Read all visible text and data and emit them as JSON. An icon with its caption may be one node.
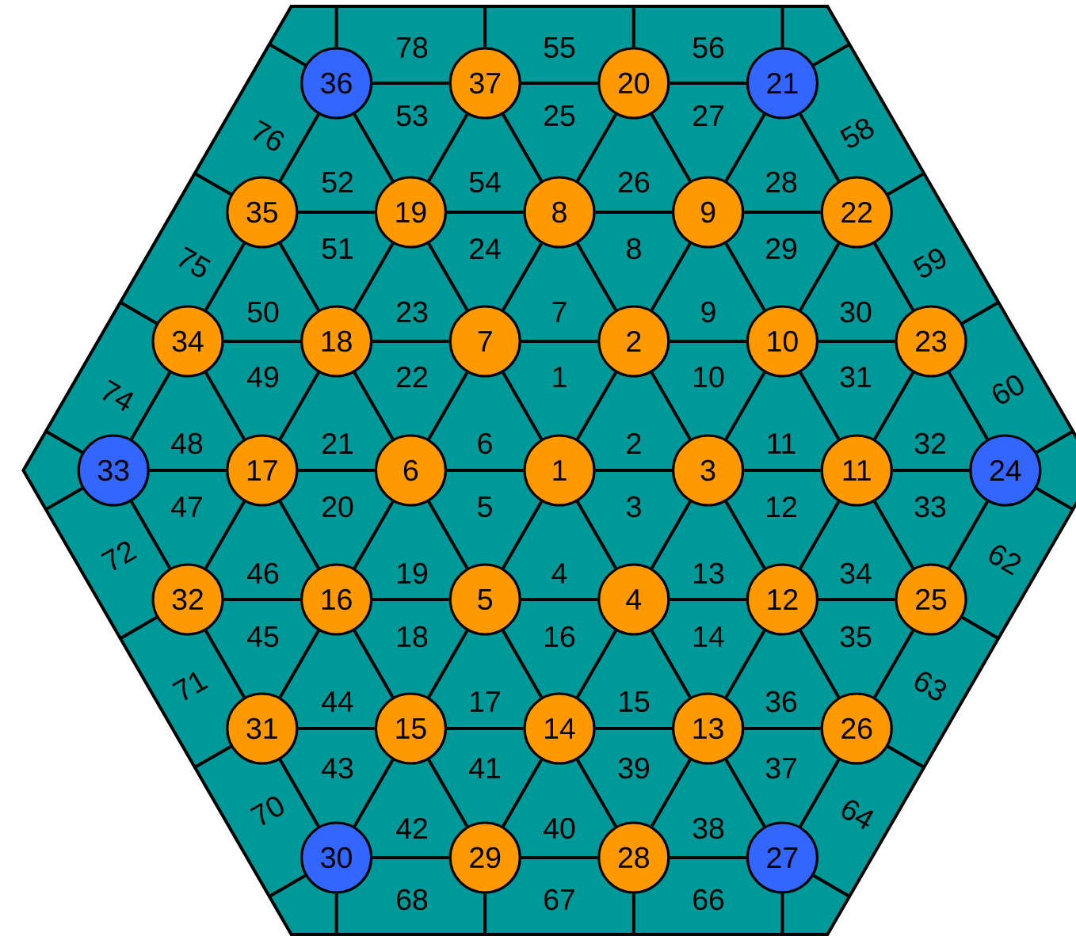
{
  "diagram": {
    "nodes": [
      {
        "text": [
          "36"
        ]
      },
      {
        "text": [
          "37"
        ]
      },
      {
        "text": [
          "20"
        ]
      },
      {
        "text": [
          "21"
        ]
      },
      {
        "text": [
          "35"
        ]
      },
      {
        "text": [
          "19"
        ]
      },
      {
        "text": [
          "8"
        ]
      },
      {
        "text": [
          "9"
        ]
      },
      {
        "text": [
          "22"
        ]
      },
      {
        "text": [
          "34"
        ]
      },
      {
        "text": [
          "18"
        ]
      },
      {
        "text": [
          "7"
        ]
      },
      {
        "text": [
          "2"
        ]
      },
      {
        "text": [
          "10"
        ]
      },
      {
        "text": [
          "23"
        ]
      },
      {
        "text": [
          "33"
        ]
      },
      {
        "text": [
          "17"
        ]
      },
      {
        "text": [
          "6"
        ]
      },
      {
        "text": [
          "1"
        ]
      },
      {
        "text": [
          "3"
        ]
      },
      {
        "text": [
          "11"
        ]
      },
      {
        "text": [
          "24"
        ]
      },
      {
        "text": [
          "32"
        ]
      },
      {
        "text": [
          "16"
        ]
      },
      {
        "text": [
          "5"
        ]
      },
      {
        "text": [
          "4"
        ]
      },
      {
        "text": [
          "12"
        ]
      },
      {
        "text": [
          "25"
        ]
      },
      {
        "text": [
          "31"
        ]
      },
      {
        "text": [
          "15"
        ]
      },
      {
        "text": [
          "14"
        ]
      },
      {
        "text": [
          "13"
        ]
      },
      {
        "text": [
          "26"
        ]
      },
      {
        "text": [
          "30"
        ]
      },
      {
        "text": [
          "29"
        ]
      },
      {
        "text": [
          "28"
        ]
      },
      {
        "text": [
          "27"
        ]
      }
    ],
    "edges": [
      {
        "from": 0,
        "to": 1,
        "arrow": "none"
      },
      {
        "from": 1,
        "to": 2,
        "arrow": "none"
      },
      {
        "from": 2,
        "to": 3,
        "arrow": "none"
      },
      {
        "from": 0,
        "to": 4,
        "arrow": "none"
      },
      {
        "from": 0,
        "to": 5,
        "arrow": "none"
      },
      {
        "from": 1,
        "to": 5,
        "arrow": "none"
      },
      {
        "from": 1,
        "to": 6,
        "arrow": "none"
      },
      {
        "from": 2,
        "to": 6,
        "arrow": "none"
      },
      {
        "from": 2,
        "to": 7,
        "arrow": "none"
      },
      {
        "from": 3,
        "to": 7,
        "arrow": "none"
      },
      {
        "from": 3,
        "to": 8,
        "arrow": "none"
      },
      {
        "from": 4,
        "to": 5,
        "arrow": "none"
      },
      {
        "from": 5,
        "to": 6,
        "arrow": "none"
      },
      {
        "from": 6,
        "to": 7,
        "arrow": "none"
      },
      {
        "from": 7,
        "to": 8,
        "arrow": "none"
      },
      {
        "from": 4,
        "to": 9,
        "arrow": "none"
      },
      {
        "from": 4,
        "to": 10,
        "arrow": "none"
      },
      {
        "from": 5,
        "to": 10,
        "arrow": "none"
      },
      {
        "from": 5,
        "to": 11,
        "arrow": "none"
      },
      {
        "from": 6,
        "to": 11,
        "arrow": "none"
      },
      {
        "from": 6,
        "to": 12,
        "arrow": "none"
      },
      {
        "from": 7,
        "to": 12,
        "arrow": "none"
      },
      {
        "from": 7,
        "to": 13,
        "arrow": "none"
      },
      {
        "from": 8,
        "to": 13,
        "arrow": "none"
      },
      {
        "from": 8,
        "to": 14,
        "arrow": "none"
      },
      {
        "from": 9,
        "to": 10,
        "arrow": "none"
      },
      {
        "from": 10,
        "to": 11,
        "arrow": "none"
      },
      {
        "from": 11,
        "to": 12,
        "arrow": "none"
      },
      {
        "from": 12,
        "to": 13,
        "arrow": "none"
      },
      {
        "from": 13,
        "to": 14,
        "arrow": "none"
      },
      {
        "from": 9,
        "to": 15,
        "arrow": "none"
      },
      {
        "from": 9,
        "to": 16,
        "arrow": "none"
      },
      {
        "from": 10,
        "to": 16,
        "arrow": "none"
      },
      {
        "from": 10,
        "to": 17,
        "arrow": "none"
      },
      {
        "from": 11,
        "to": 17,
        "arrow": "none"
      },
      {
        "from": 11,
        "to": 18,
        "arrow": "none"
      },
      {
        "from": 12,
        "to": 18,
        "arrow": "none"
      },
      {
        "from": 12,
        "to": 19,
        "arrow": "none"
      },
      {
        "from": 13,
        "to": 19,
        "arrow": "none"
      },
      {
        "from": 13,
        "to": 20,
        "arrow": "none"
      },
      {
        "from": 14,
        "to": 20,
        "arrow": "none"
      },
      {
        "from": 14,
        "to": 21,
        "arrow": "none"
      },
      {
        "from": 15,
        "to": 16,
        "arrow": "none"
      },
      {
        "from": 16,
        "to": 17,
        "arrow": "none"
      },
      {
        "from": 17,
        "to": 18,
        "arrow": "none"
      },
      {
        "from": 18,
        "to": 19,
        "arrow": "none"
      },
      {
        "from": 19,
        "to": 20,
        "arrow": "none"
      },
      {
        "from": 20,
        "to": 21,
        "arrow": "none"
      },
      {
        "from": 15,
        "to": 22,
        "arrow": "none"
      },
      {
        "from": 16,
        "to": 22,
        "arrow": "none"
      },
      {
        "from": 16,
        "to": 23,
        "arrow": "none"
      },
      {
        "from": 17,
        "to": 23,
        "arrow": "none"
      },
      {
        "from": 17,
        "to": 24,
        "arrow": "none"
      },
      {
        "from": 18,
        "to": 24,
        "arrow": "none"
      },
      {
        "from": 18,
        "to": 25,
        "arrow": "none"
      },
      {
        "from": 19,
        "to": 25,
        "arrow": "none"
      },
      {
        "from": 19,
        "to": 26,
        "arrow": "none"
      },
      {
        "from": 20,
        "to": 26,
        "arrow": "none"
      },
      {
        "from": 20,
        "to": 27,
        "arrow": "none"
      },
      {
        "from": 21,
        "to": 27,
        "arrow": "none"
      },
      {
        "from": 22,
        "to": 23,
        "arrow": "none"
      },
      {
        "from": 23,
        "to": 24,
        "arrow": "none"
      },
      {
        "from": 24,
        "to": 25,
        "arrow": "none"
      },
      {
        "from": 25,
        "to": 26,
        "arrow": "none"
      },
      {
        "from": 26,
        "to": 27,
        "arrow": "none"
      },
      {
        "from": 22,
        "to": 28,
        "arrow": "none"
      },
      {
        "from": 23,
        "to": 28,
        "arrow": "none"
      },
      {
        "from": 23,
        "to": 29,
        "arrow": "none"
      },
      {
        "from": 24,
        "to": 29,
        "arrow": "none"
      },
      {
        "from": 24,
        "to": 30,
        "arrow": "none"
      },
      {
        "from": 25,
        "to": 30,
        "arrow": "none"
      },
      {
        "from": 25,
        "to": 31,
        "arrow": "none"
      },
      {
        "from": 26,
        "to": 31,
        "arrow": "none"
      },
      {
        "from": 26,
        "to": 32,
        "arrow": "none"
      },
      {
        "from": 27,
        "to": 32,
        "arrow": "none"
      },
      {
        "from": 28,
        "to": 29,
        "arrow": "none"
      },
      {
        "from": 29,
        "to": 30,
        "arrow": "none"
      },
      {
        "from": 30,
        "to": 31,
        "arrow": "none"
      },
      {
        "from": 31,
        "to": 32,
        "arrow": "none"
      },
      {
        "from": 28,
        "to": 33,
        "arrow": "none"
      },
      {
        "from": 29,
        "to": 33,
        "arrow": "none"
      },
      {
        "from": 29,
        "to": 34,
        "arrow": "none"
      },
      {
        "from": 30,
        "to": 34,
        "arrow": "none"
      },
      {
        "from": 30,
        "to": 35,
        "arrow": "none"
      },
      {
        "from": 31,
        "to": 35,
        "arrow": "none"
      },
      {
        "from": 31,
        "to": 36,
        "arrow": "none"
      },
      {
        "from": 32,
        "to": 36,
        "arrow": "none"
      },
      {
        "from": 33,
        "to": 34,
        "arrow": "none"
      },
      {
        "from": 34,
        "to": 35,
        "arrow": "none"
      },
      {
        "from": 35,
        "to": 36,
        "arrow": "none"
      },
      {
        "from": 0,
        "to": null,
        "arrow": "none"
      },
      {
        "from": 1,
        "to": null,
        "arrow": "none"
      },
      {
        "from": 2,
        "to": null,
        "arrow": "none"
      },
      {
        "from": 3,
        "to": null,
        "arrow": "none"
      },
      {
        "from": 3,
        "to": null,
        "arrow": "none"
      },
      {
        "from": 8,
        "to": null,
        "arrow": "none"
      },
      {
        "from": 14,
        "to": null,
        "arrow": "none"
      },
      {
        "from": 21,
        "to": null,
        "arrow": "none"
      },
      {
        "from": 21,
        "to": null,
        "arrow": "none"
      },
      {
        "from": 27,
        "to": null,
        "arrow": "none"
      },
      {
        "from": 32,
        "to": null,
        "arrow": "none"
      },
      {
        "from": 36,
        "to": null,
        "arrow": "none"
      },
      {
        "from": 36,
        "to": null,
        "arrow": "none"
      },
      {
        "from": 35,
        "to": null,
        "arrow": "none"
      },
      {
        "from": 34,
        "to": null,
        "arrow": "none"
      },
      {
        "from": 33,
        "to": null,
        "arrow": "none"
      },
      {
        "from": 33,
        "to": null,
        "arrow": "none"
      },
      {
        "from": 28,
        "to": null,
        "arrow": "none"
      },
      {
        "from": 22,
        "to": null,
        "arrow": "none"
      },
      {
        "from": 15,
        "to": null,
        "arrow": "none"
      },
      {
        "from": 15,
        "to": null,
        "arrow": "none"
      },
      {
        "from": 9,
        "to": null,
        "arrow": "none"
      },
      {
        "from": 4,
        "to": null,
        "arrow": "none"
      },
      {
        "from": 0,
        "to": null,
        "arrow": "none"
      }
    ],
    "labels": [
      "78",
      "55",
      "56",
      "76",
      "53",
      "25",
      "27",
      "58",
      "52",
      "54",
      "26",
      "28",
      "75",
      "51",
      "24",
      "8",
      "29",
      "59",
      "50",
      "23",
      "7",
      "9",
      "30",
      "74",
      "49",
      "22",
      "1",
      "10",
      "31",
      "60",
      "48",
      "21",
      "6",
      "2",
      "11",
      "32",
      "47",
      "20",
      "5",
      "3",
      "12",
      "33",
      "72",
      "46",
      "19",
      "4",
      "13",
      "34",
      "62",
      "45",
      "18",
      "16",
      "14",
      "35",
      "71",
      "44",
      "17",
      "15",
      "36",
      "63",
      "43",
      "41",
      "39",
      "37",
      "70",
      "42",
      "40",
      "38",
      "64",
      "68",
      "67",
      "66"
    ]
  }
}
